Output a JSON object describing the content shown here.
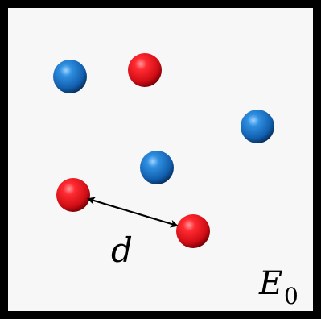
{
  "diagram": {
    "distance_label": "d",
    "energy_label": {
      "symbol": "E",
      "subscript": "0"
    },
    "colors": {
      "frame": "#000000",
      "background": "#f7f7f7",
      "red_particle": "#e8141c",
      "blue_particle": "#1a73c9",
      "arrow": "#000000"
    },
    "particles": [
      {
        "kind": "blue"
      },
      {
        "kind": "red"
      },
      {
        "kind": "blue"
      },
      {
        "kind": "blue"
      },
      {
        "kind": "red"
      },
      {
        "kind": "red"
      }
    ]
  }
}
